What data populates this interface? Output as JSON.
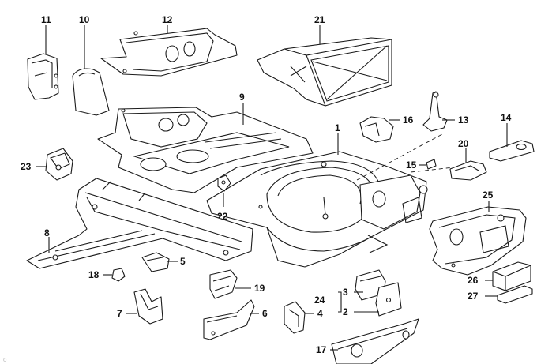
{
  "diagram": {
    "callouts": {
      "c1": "1",
      "c2": "2",
      "c3": "3",
      "c4": "4",
      "c5": "5",
      "c6": "6",
      "c7": "7",
      "c8": "8",
      "c9": "9",
      "c10": "10",
      "c11": "11",
      "c12": "12",
      "c13": "13",
      "c14": "14",
      "c15": "15",
      "c16": "16",
      "c17": "17",
      "c18": "18",
      "c19": "19",
      "c20": "20",
      "c21": "21",
      "c22": "22",
      "c23": "23",
      "c24": "24",
      "c25": "25",
      "c26": "26",
      "c27": "27"
    },
    "watermark": "o"
  }
}
